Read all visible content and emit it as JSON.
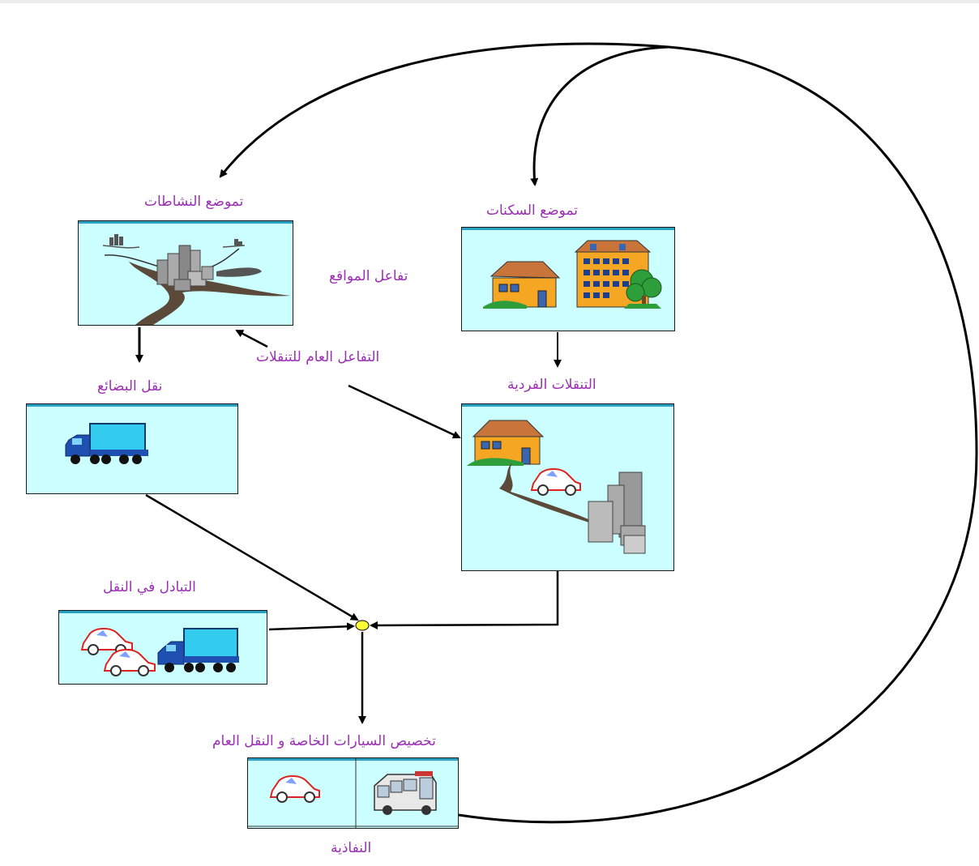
{
  "labels": {
    "activities_location": "تموضع النشاطات",
    "housing_location": "تموضع السكنات",
    "sites_interaction": "تفاعل المواقع",
    "general_interaction": "التفاعل العام للتنقلات",
    "goods_transport": "نقل البضائع",
    "individual_trips": "التنقلات الفردية",
    "transport_exchange": "التبادل في النقل",
    "modal_split": "تخصيص السيارات الخاصة و النقل العام",
    "accessibility": "النفاذية"
  },
  "colors": {
    "label_text": "#9b2fb3",
    "panel_fill": "#ccffff",
    "panel_top_rule": "#2a9fc4",
    "arrow": "#000000",
    "junction": "#ffff33"
  },
  "icons": {
    "activities_panel": [
      "city-cluster-icon",
      "winding-road-icon",
      "distant-buildings-icon"
    ],
    "housing_panel": [
      "house-icon",
      "apartment-building-icon",
      "tree-icon"
    ],
    "goods_panel": [
      "truck-icon"
    ],
    "trips_panel": [
      "house-icon",
      "car-icon",
      "road-icon",
      "buildings-icon"
    ],
    "exchange_panel": [
      "car-icon",
      "car-icon",
      "truck-icon"
    ],
    "modal_panel": [
      "car-icon",
      "bus-icon"
    ]
  }
}
